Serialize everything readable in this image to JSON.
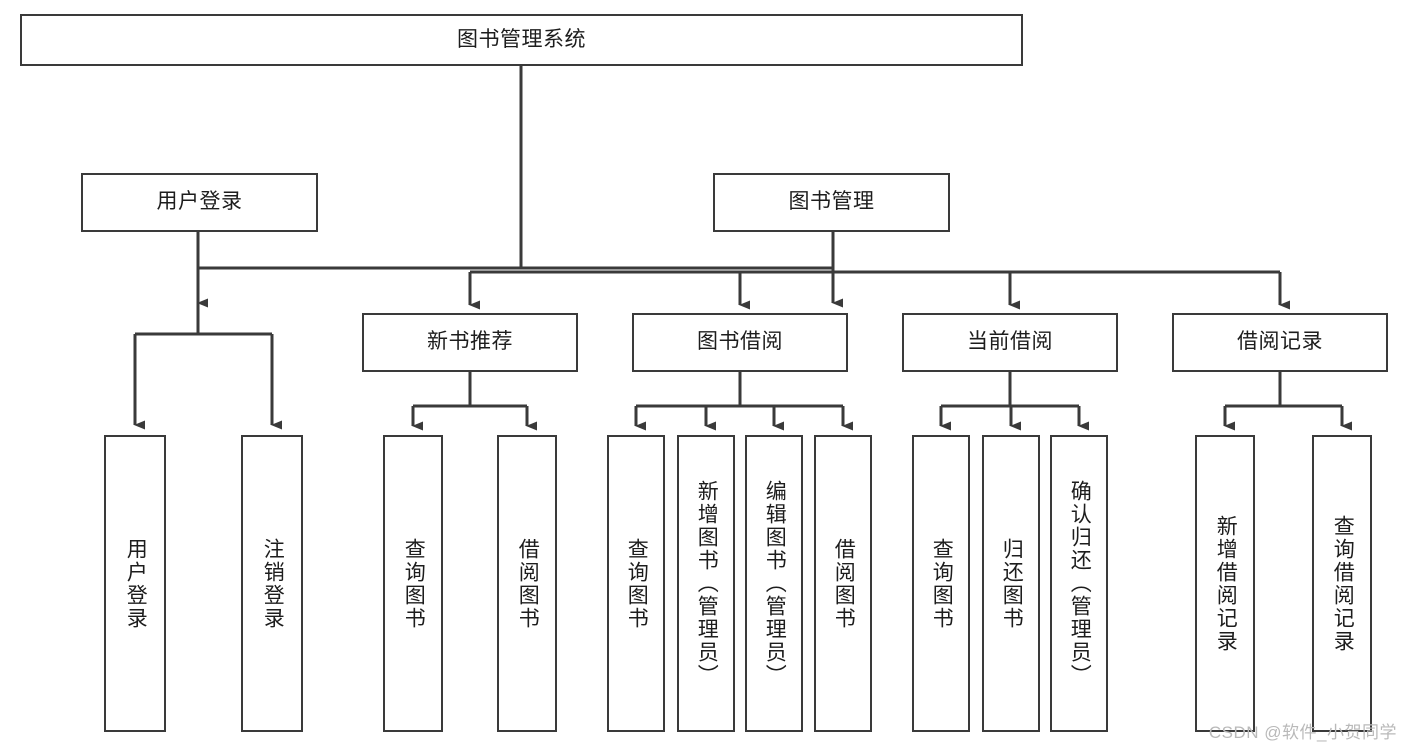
{
  "diagram": {
    "type": "tree-hierarchy",
    "title": "图书管理系统",
    "watermark": "CSDN @软件_小贺同学",
    "colors": {
      "box_border": "#3a3a3a",
      "box_fill": "#ffffff",
      "connector": "#3a3a3a",
      "text": "#1d1d1d",
      "watermark": "#b9b9b9"
    },
    "nodes": {
      "root": {
        "label": "图书管理系统"
      },
      "level2": [
        {
          "label": "用户登录"
        },
        {
          "label": "图书管理"
        }
      ],
      "level3": [
        {
          "label": "新书推荐"
        },
        {
          "label": "图书借阅"
        },
        {
          "label": "当前借阅"
        },
        {
          "label": "借阅记录"
        }
      ],
      "leaves": {
        "user_login": [
          {
            "label": "用户登录"
          },
          {
            "label": "注销登录"
          }
        ],
        "new_book_recommend": [
          {
            "label": "查询图书"
          },
          {
            "label": "借阅图书"
          }
        ],
        "book_borrow": [
          {
            "label": "查询图书"
          },
          {
            "label": "新增图书（管理员）"
          },
          {
            "label": "编辑图书（管理员）"
          },
          {
            "label": "借阅图书"
          }
        ],
        "current_borrow": [
          {
            "label": "查询图书"
          },
          {
            "label": "归还图书"
          },
          {
            "label": "确认归还（管理员）"
          }
        ],
        "borrow_record": [
          {
            "label": "新增借阅记录"
          },
          {
            "label": "查询借阅记录"
          }
        ]
      }
    }
  }
}
